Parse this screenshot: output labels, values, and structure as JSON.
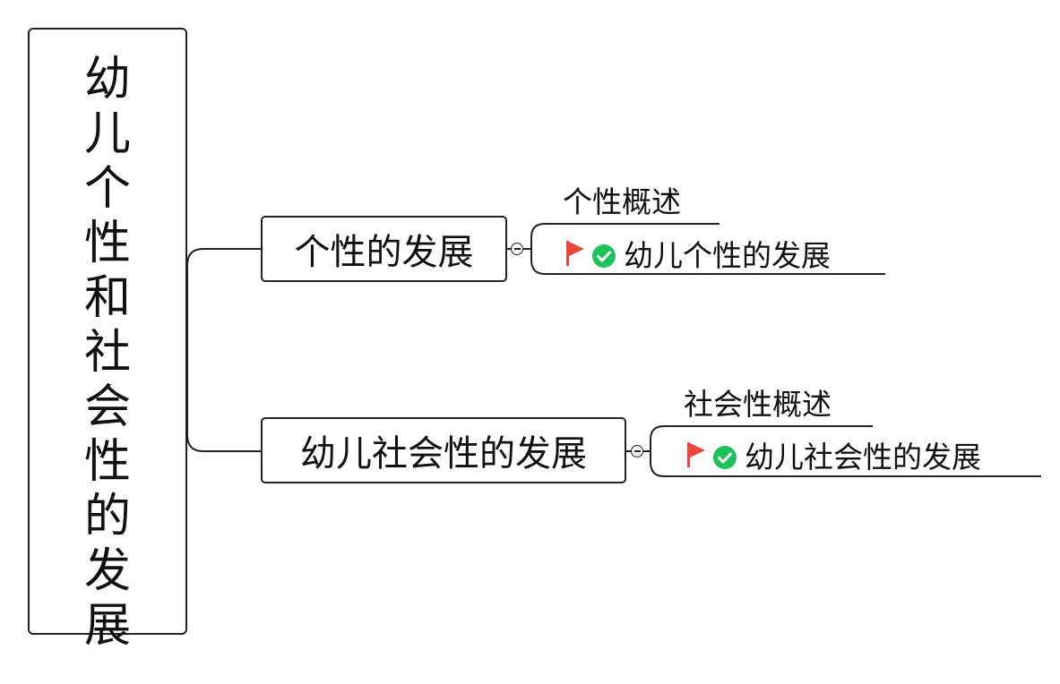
{
  "root": {
    "label": "幼儿个性和社会性的发展"
  },
  "branches": [
    {
      "label": "个性的发展",
      "note_title": "个性概述",
      "leaf": {
        "label": "幼儿个性的发展",
        "icons": [
          "red-flag-icon",
          "green-check-icon"
        ]
      }
    },
    {
      "label": "幼儿社会性的发展",
      "note_title": "社会性概述",
      "leaf": {
        "label": "幼儿社会性的发展",
        "icons": [
          "red-flag-icon",
          "green-check-icon"
        ]
      }
    }
  ],
  "colors": {
    "line": "#222222",
    "flag": "#e8473f",
    "check": "#20c05c"
  }
}
